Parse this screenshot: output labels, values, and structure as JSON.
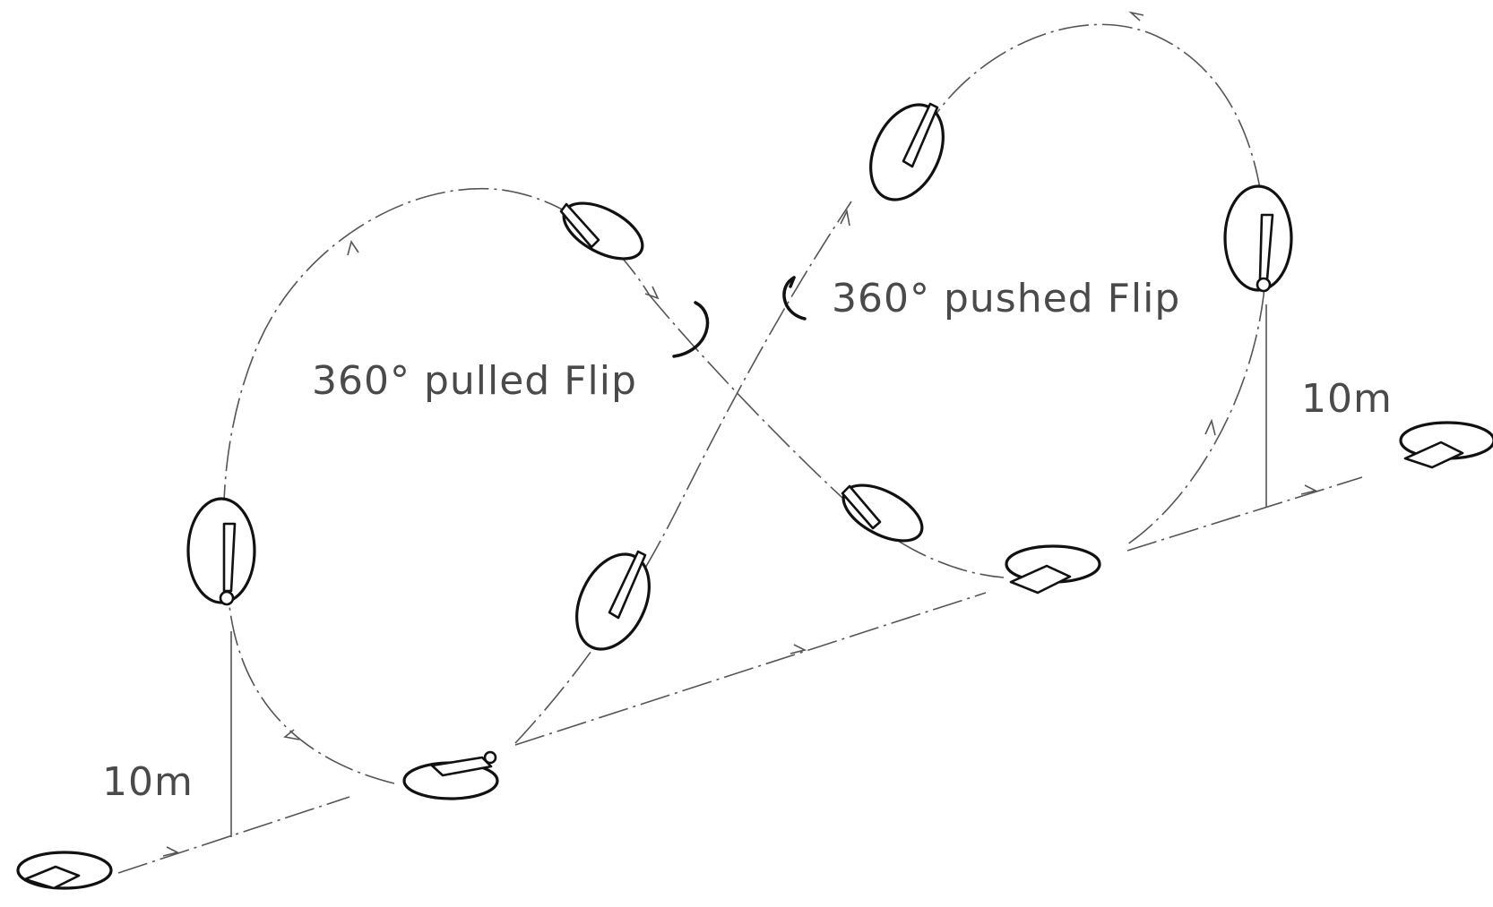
{
  "labels": {
    "pulled_flip": "360°   pulled Flip",
    "pushed_flip": "360°   pushed Flip",
    "height_left": "10m",
    "height_right": "10m"
  },
  "colors": {
    "line": "#555555",
    "ink": "#111111",
    "text": "#4a4a4a"
  }
}
